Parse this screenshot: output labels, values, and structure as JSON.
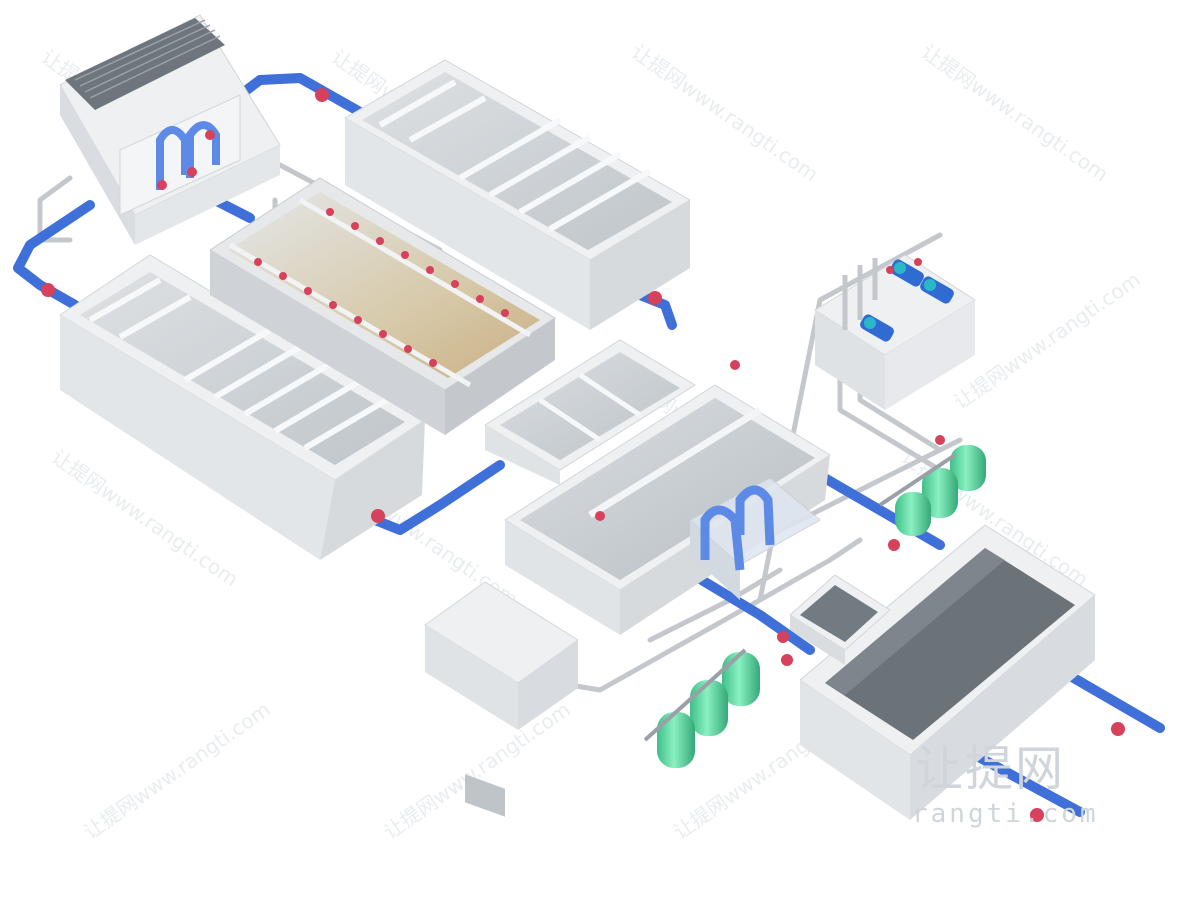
{
  "watermark": {
    "text": "让提网www.rangti.com",
    "brand_cn": "让提网",
    "brand_url": "rangti.com"
  },
  "colors": {
    "concrete": "#eef0f2",
    "concrete_side": "#d9dde1",
    "water": "#bfc6cc",
    "blue_pipe": "#3f6fd8",
    "steel_pipe": "#c9cdd1",
    "green_tank": "#6ad8a8",
    "valve_red": "#d6415c",
    "sludge": "#cbb48a"
  },
  "icons": [
    "valve-icon",
    "pump-icon",
    "pressure-tank-icon",
    "fan-grille-icon"
  ]
}
